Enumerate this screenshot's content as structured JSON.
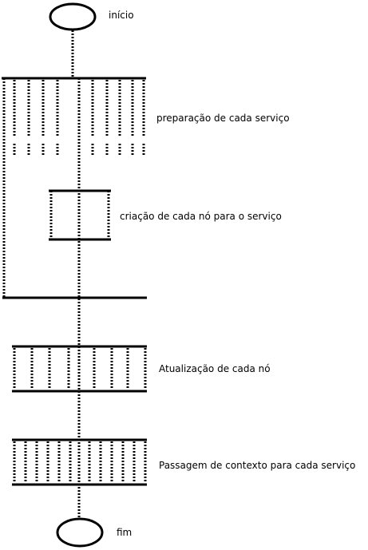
{
  "labels": {
    "start": "início",
    "prep": "preparação de cada serviço",
    "node_creation": "criação de cada nó para o serviço",
    "update": "Atualização de cada nó",
    "context": "Passagem de contexto para cada serviço",
    "end": "fim"
  },
  "colors": {
    "stroke": "#000000",
    "background": "#ffffff"
  }
}
